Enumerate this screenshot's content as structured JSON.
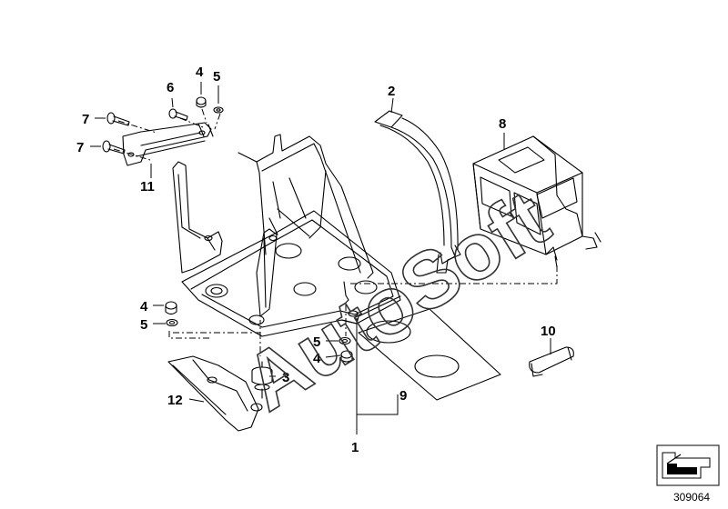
{
  "callouts": {
    "c1": "1",
    "c2": "2",
    "c3": "3",
    "c4a": "4",
    "c4b": "4",
    "c4c": "4",
    "c5a": "5",
    "c5b": "5",
    "c5c": "5",
    "c6": "6",
    "c7a": "7",
    "c7b": "7",
    "c8": "8",
    "c9": "9",
    "c10": "10",
    "c11": "11",
    "c12": "12"
  },
  "watermark": "AutoSoft",
  "diagram_id": "309064",
  "icons": {
    "corner": "arrow-corner-icon"
  }
}
